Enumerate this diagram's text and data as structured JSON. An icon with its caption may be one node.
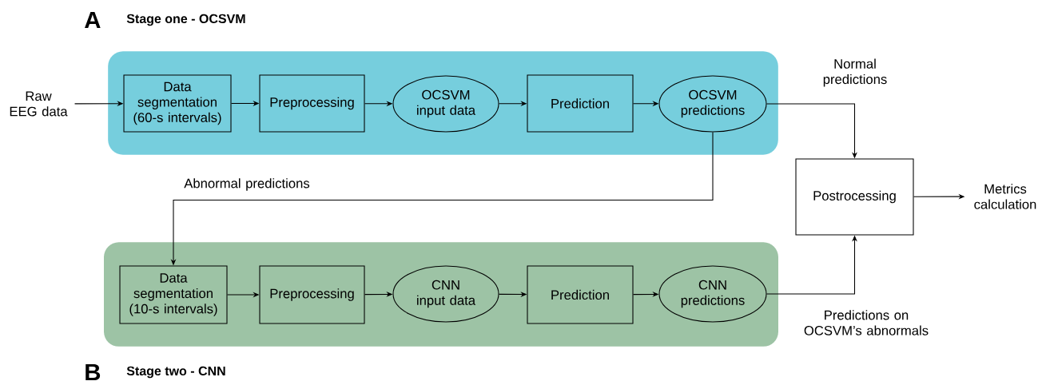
{
  "diagram": {
    "nodes": [
      {
        "text": [
          "A",
          "Stage one - OCSVM"
        ]
      },
      {
        "text": [
          "Raw EEG data"
        ]
      },
      {
        "text": [
          "Data segmentation (60-s intervals)"
        ],
        "in": 0
      },
      {
        "text": [
          "Preprocessing"
        ],
        "in": 0
      },
      {
        "text": [
          "OCSVM input data"
        ],
        "in": 0
      },
      {
        "text": [
          "Prediction"
        ],
        "in": 0
      },
      {
        "text": [
          "OCSVM predictions"
        ],
        "in": 0
      },
      {
        "text": [
          "Postrocessing"
        ]
      },
      {
        "text": [
          "Metrics calculation"
        ]
      },
      {
        "text": [
          "B",
          "Stage two - CNN"
        ]
      },
      {
        "text": [
          "Data segmentation (10-s intervals)"
        ],
        "in": 9
      },
      {
        "text": [
          "Preprocessing"
        ],
        "in": 9
      },
      {
        "text": [
          "CNN input data"
        ],
        "in": 9
      },
      {
        "text": [
          "Prediction"
        ],
        "in": 9
      },
      {
        "text": [
          "CNN predictions"
        ],
        "in": 9
      }
    ],
    "edges": [
      {
        "from": 1,
        "to": 2,
        "arrow": "to"
      },
      {
        "from": 2,
        "to": 3,
        "arrow": "to"
      },
      {
        "from": 3,
        "to": 4,
        "arrow": "to"
      },
      {
        "from": 4,
        "to": 5,
        "arrow": "to"
      },
      {
        "from": 5,
        "to": 6,
        "arrow": "to"
      },
      {
        "from": 6,
        "to": 7,
        "arrow": "to",
        "label": "Normal predictions"
      },
      {
        "from": 6,
        "to": 10,
        "arrow": "to",
        "label": "Abnormal predictions"
      },
      {
        "from": 10,
        "to": 11,
        "arrow": "to"
      },
      {
        "from": 11,
        "to": 12,
        "arrow": "to"
      },
      {
        "from": 12,
        "to": 13,
        "arrow": "to"
      },
      {
        "from": 13,
        "to": 14,
        "arrow": "to"
      },
      {
        "from": 14,
        "to": 7,
        "arrow": "to",
        "label": "Predictions on OCSVM’s abnormals"
      },
      {
        "from": 7,
        "to": 8,
        "arrow": "to"
      }
    ]
  }
}
